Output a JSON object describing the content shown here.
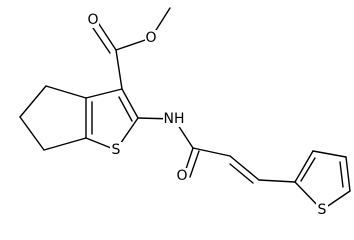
{
  "molecule": {
    "atom_labels": {
      "ester_carbonyl_o": "O",
      "ester_ether_o": "O",
      "core_s": "S",
      "amide_nh": "NH",
      "amide_o": "O",
      "thiophene_s": "S"
    }
  },
  "style": {
    "bond_color": "#000000",
    "label_color": "#000000",
    "background": "#ffffff"
  }
}
